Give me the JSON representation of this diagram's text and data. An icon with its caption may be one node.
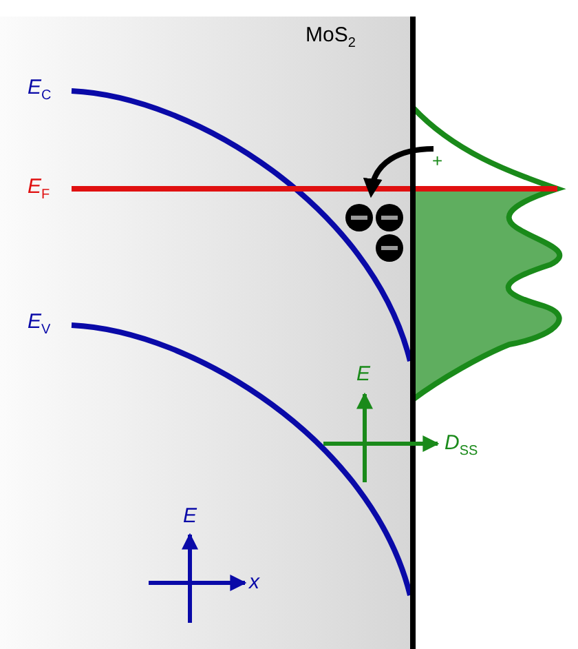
{
  "diagram": {
    "labels": [
      "MoS$_{2}$",
      "*E*$_{C}$",
      "*E*$_{F}$",
      "*E*$_{V}$",
      "+",
      "*E*",
      "*D*$_{SS}$",
      "*E*",
      "*x*"
    ]
  }
}
